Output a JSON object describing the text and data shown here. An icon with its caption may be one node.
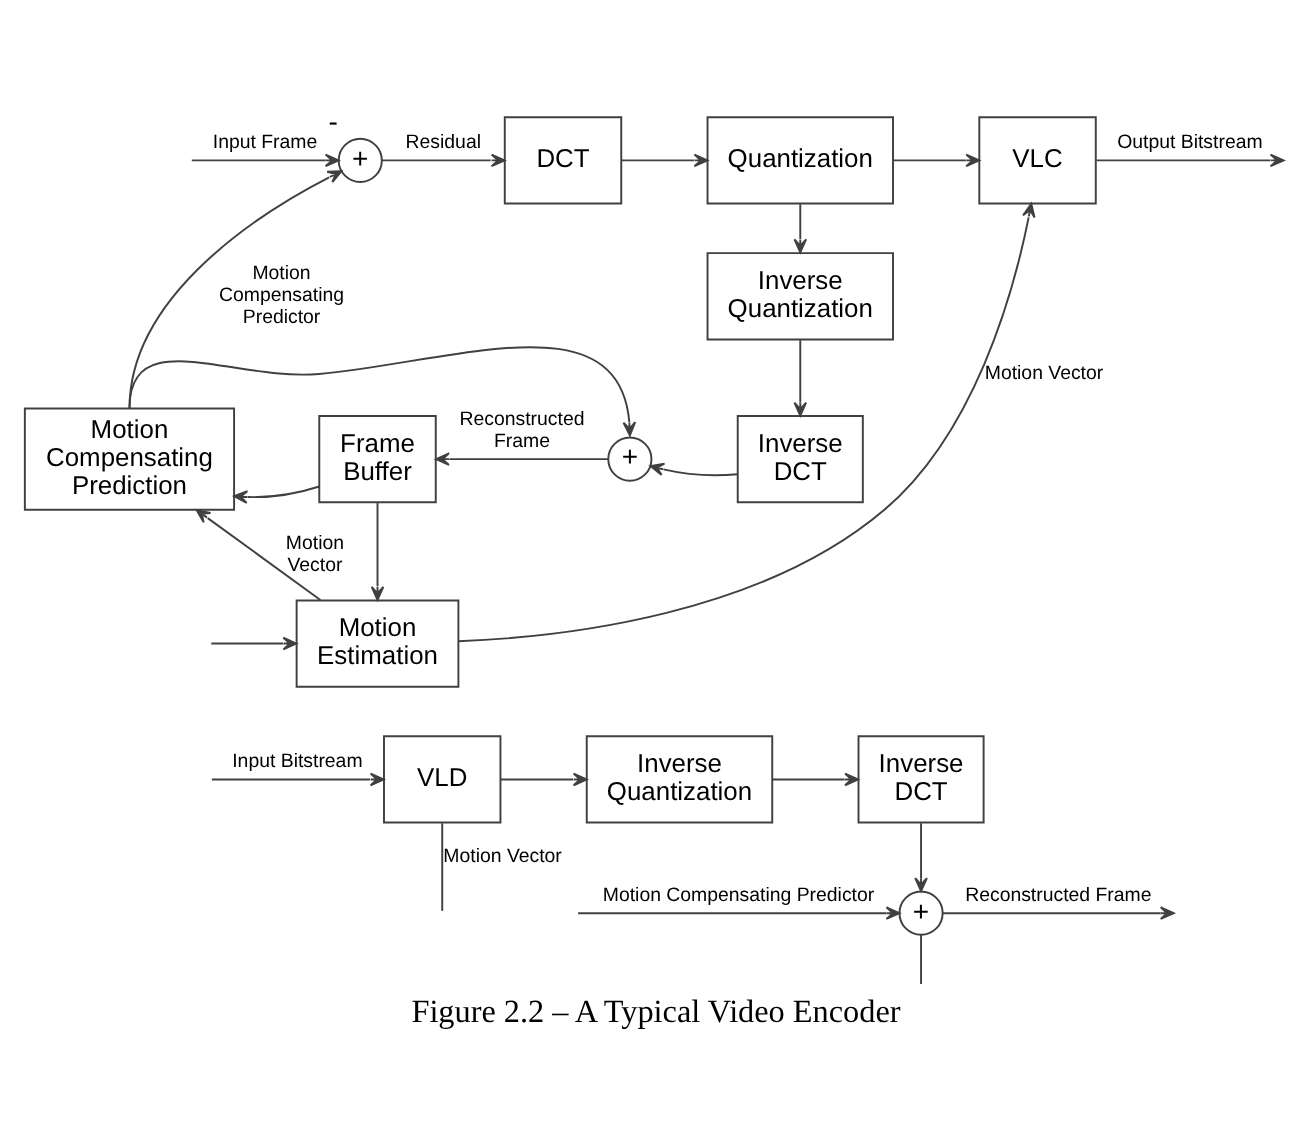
{
  "diagram": {
    "caption": "Figure 2.2 – A Typical Video Encoder",
    "nodes": [
      {
        "text": [
          "+"
        ],
        "beside": [
          "-"
        ]
      },
      {
        "text": [
          "DCT"
        ]
      },
      {
        "text": [
          "Quantization"
        ]
      },
      {
        "text": [
          "VLC"
        ]
      },
      {
        "text": [
          "Inverse Quantization"
        ]
      },
      {
        "text": [
          "Motion Compensating Prediction"
        ]
      },
      {
        "text": [
          "Frame Buffer"
        ]
      },
      {
        "text": [
          "+"
        ]
      },
      {
        "text": [
          "Inverse DCT"
        ]
      },
      {
        "text": [
          "Motion Estimation"
        ]
      },
      {
        "text": [
          "VLD"
        ]
      },
      {
        "text": [
          "Inverse Quantization"
        ]
      },
      {
        "text": [
          "Inverse DCT"
        ]
      },
      {
        "text": [
          "+"
        ]
      }
    ],
    "edges": [
      {
        "from": null,
        "to": 0,
        "arrow": "to",
        "label": "Input Frame"
      },
      {
        "from": null,
        "to": 9,
        "arrow": "to"
      },
      {
        "from": 0,
        "to": 1,
        "arrow": "to",
        "label": "Residual"
      },
      {
        "from": 1,
        "to": 2,
        "arrow": "to"
      },
      {
        "from": 2,
        "to": 3,
        "arrow": "to"
      },
      {
        "from": 2,
        "to": 4,
        "arrow": "to"
      },
      {
        "from": 3,
        "to": null,
        "arrow": "to",
        "label": "Output Bitstream"
      },
      {
        "from": 4,
        "to": 8,
        "arrow": "to"
      },
      {
        "from": 8,
        "to": 7,
        "arrow": "to"
      },
      {
        "from": 5,
        "to": 0,
        "arrow": "to",
        "label": "Motion Compensating Predictor"
      },
      {
        "from": 5,
        "to": 7,
        "arrow": "to"
      },
      {
        "from": 7,
        "to": 6,
        "arrow": "to",
        "label": "Reconstructed Frame"
      },
      {
        "from": 6,
        "to": 5,
        "arrow": "to"
      },
      {
        "from": 6,
        "to": 9,
        "arrow": "to"
      },
      {
        "from": 9,
        "to": 5,
        "arrow": "to",
        "label": "Motion Vector"
      },
      {
        "from": 9,
        "to": 3,
        "arrow": "to",
        "label": "Motion Vector"
      },
      {
        "from": null,
        "to": 10,
        "arrow": "to",
        "label": "Input Bitstream"
      },
      {
        "from": 10,
        "to": 11,
        "arrow": "to"
      },
      {
        "from": 10,
        "to": null,
        "arrow": "none",
        "label": "Motion Vector"
      },
      {
        "from": 11,
        "to": 12,
        "arrow": "to"
      },
      {
        "from": 12,
        "to": 13,
        "arrow": "to"
      },
      {
        "from": null,
        "to": 13,
        "arrow": "to",
        "label": "Motion Compensating Predictor"
      },
      {
        "from": 13,
        "to": null,
        "arrow": "to",
        "label": "Reconstructed Frame"
      },
      {
        "from": 13,
        "to": null,
        "arrow": "none"
      }
    ]
  }
}
